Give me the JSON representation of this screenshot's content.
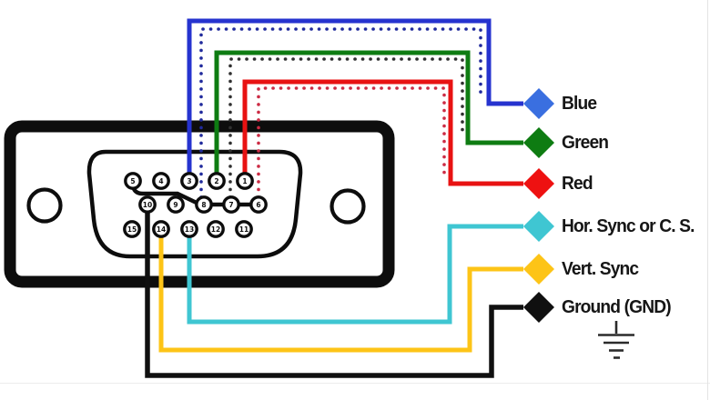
{
  "legend": {
    "items": [
      {
        "label": "Blue",
        "color": "#2633cf",
        "marker_color": "#3a6fe0",
        "pin": 3
      },
      {
        "label": "Green",
        "color": "#0e7c12",
        "marker_color": "#0e7c12",
        "pin": 2
      },
      {
        "label": "Red",
        "color": "#e81212",
        "marker_color": "#ee1111",
        "pin": 1
      },
      {
        "label": "Hor. Sync or C. S.",
        "color": "#3fc6d2",
        "marker_color": "#3fc6d2",
        "pin": 13
      },
      {
        "label": "Vert. Sync",
        "color": "#fdc417",
        "marker_color": "#fdc417",
        "pin": 14
      },
      {
        "label": "Ground (GND)",
        "color": "#101010",
        "marker_color": "#101010",
        "pin": 10
      }
    ]
  },
  "return_wires": [
    {
      "name": "blue-return",
      "style": "dotted",
      "dot_color": "#202a9c",
      "pin": 8
    },
    {
      "name": "green-return",
      "style": "dotted",
      "dot_color": "#303030",
      "pin": 7
    },
    {
      "name": "red-return",
      "style": "dotted",
      "dot_color": "#cc2b44",
      "pin": 6
    }
  ],
  "connector": {
    "pin_rows": [
      [
        5,
        4,
        3,
        2,
        1
      ],
      [
        10,
        9,
        8,
        7,
        6
      ],
      [
        15,
        14,
        13,
        12,
        11
      ]
    ],
    "pin_style": {
      "ring": "#0d0d0d",
      "fill": "#ffffff",
      "number_color": "#111111"
    },
    "body_color": "#0d0d0d",
    "ground_chain": {
      "pins": [
        5,
        6,
        7,
        8,
        10
      ],
      "color": "#0d0d0d"
    }
  },
  "ground_symbol": {
    "icon": "earth-ground-icon",
    "color": "#2b2b2b"
  }
}
